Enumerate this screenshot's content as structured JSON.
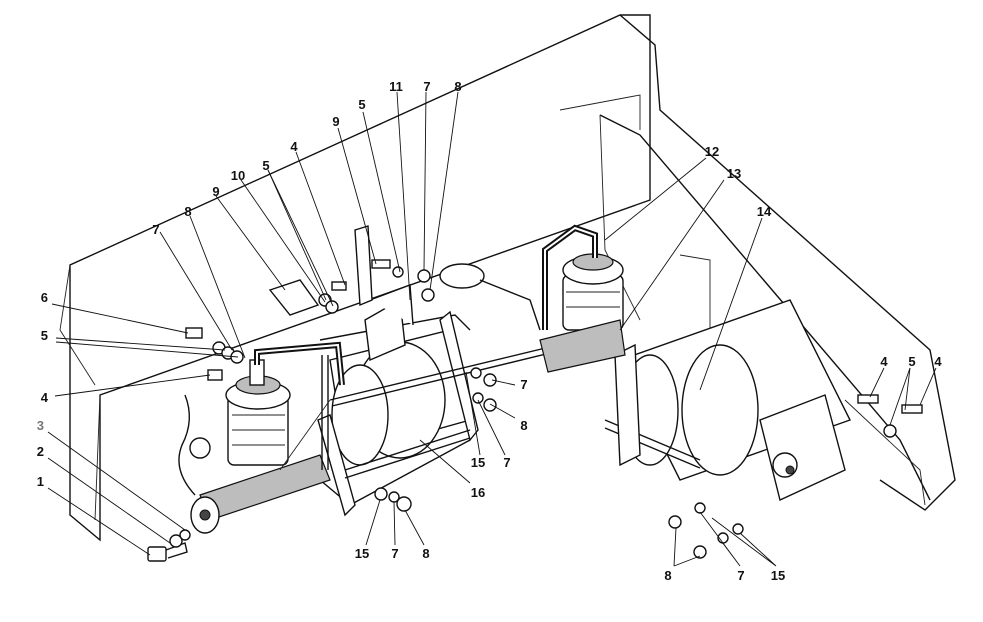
{
  "callouts": [
    {
      "id": "c1",
      "text": "1"
    },
    {
      "id": "c2",
      "text": "2"
    },
    {
      "id": "c3",
      "text": "3"
    },
    {
      "id": "c4a",
      "text": "4"
    },
    {
      "id": "c5a",
      "text": "5"
    },
    {
      "id": "c6",
      "text": "6"
    },
    {
      "id": "c7a",
      "text": "7"
    },
    {
      "id": "c8a",
      "text": "8"
    },
    {
      "id": "c9a",
      "text": "9"
    },
    {
      "id": "c10",
      "text": "10"
    },
    {
      "id": "c5b",
      "text": "5"
    },
    {
      "id": "c4b",
      "text": "4"
    },
    {
      "id": "c9b",
      "text": "9"
    },
    {
      "id": "c5c",
      "text": "5"
    },
    {
      "id": "c11",
      "text": "11"
    },
    {
      "id": "c7b",
      "text": "7"
    },
    {
      "id": "c8b",
      "text": "8"
    },
    {
      "id": "c12",
      "text": "12"
    },
    {
      "id": "c13",
      "text": "13"
    },
    {
      "id": "c14",
      "text": "14"
    },
    {
      "id": "c7c",
      "text": "7"
    },
    {
      "id": "c8c",
      "text": "8"
    },
    {
      "id": "c15a",
      "text": "15"
    },
    {
      "id": "c7d",
      "text": "7"
    },
    {
      "id": "c16",
      "text": "16"
    },
    {
      "id": "c15b",
      "text": "15"
    },
    {
      "id": "c7e",
      "text": "7"
    },
    {
      "id": "c8d",
      "text": "8"
    },
    {
      "id": "c4c",
      "text": "4"
    },
    {
      "id": "c5d",
      "text": "5"
    },
    {
      "id": "c4d",
      "text": "4"
    },
    {
      "id": "c8e",
      "text": "8"
    },
    {
      "id": "c7f",
      "text": "7"
    },
    {
      "id": "c15c",
      "text": "15"
    }
  ]
}
